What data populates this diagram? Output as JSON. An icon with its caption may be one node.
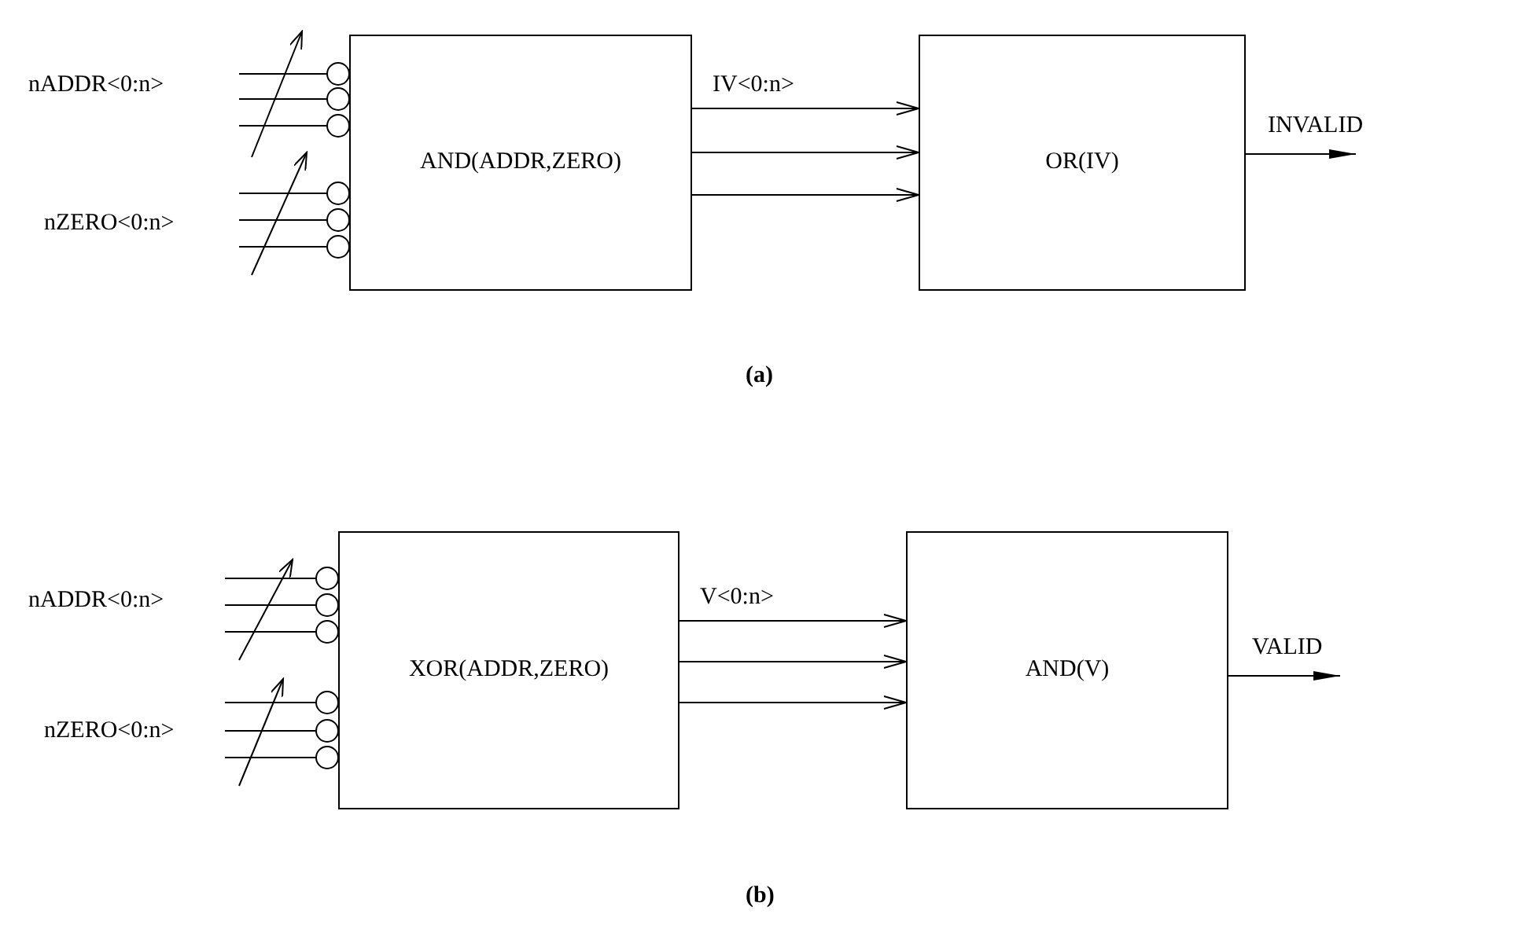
{
  "diagram": {
    "nodes": [
      {
        "text": [
          "AND(ADDR,ZERO)"
        ]
      },
      {
        "text": [
          "OR(IV)"
        ]
      },
      {
        "text": [
          "XOR(ADDR,ZERO)"
        ]
      },
      {
        "text": [
          "AND(V)"
        ]
      }
    ],
    "edges": [
      {
        "from": null,
        "to": 0,
        "arrow": "other"
      },
      {
        "from": null,
        "to": 0,
        "arrow": "other"
      },
      {
        "from": null,
        "to": 0,
        "arrow": "other"
      },
      {
        "from": null,
        "to": 0,
        "arrow": "other"
      },
      {
        "from": null,
        "to": 0,
        "arrow": "other"
      },
      {
        "from": null,
        "to": 0,
        "arrow": "other"
      },
      {
        "from": 0,
        "to": 1,
        "arrow": "to",
        "label": "IV<0:n>"
      },
      {
        "from": 0,
        "to": 1,
        "arrow": "to"
      },
      {
        "from": 0,
        "to": 1,
        "arrow": "to"
      },
      {
        "from": 1,
        "to": null,
        "arrow": "to",
        "label": "INVALID"
      },
      {
        "from": null,
        "to": 2,
        "arrow": "other"
      },
      {
        "from": null,
        "to": 2,
        "arrow": "other"
      },
      {
        "from": null,
        "to": 2,
        "arrow": "other"
      },
      {
        "from": null,
        "to": 2,
        "arrow": "other"
      },
      {
        "from": null,
        "to": 2,
        "arrow": "other"
      },
      {
        "from": null,
        "to": 2,
        "arrow": "other"
      },
      {
        "from": 2,
        "to": 3,
        "arrow": "to",
        "label": "V<0:n>"
      },
      {
        "from": 2,
        "to": 3,
        "arrow": "to"
      },
      {
        "from": 2,
        "to": 3,
        "arrow": "to"
      },
      {
        "from": 3,
        "to": null,
        "arrow": "to",
        "label": "VALID"
      }
    ],
    "labels": [
      "nADDR<0:n>",
      "nZERO<0:n>",
      "(a)",
      "nADDR<0:n>",
      "nZERO<0:n>",
      "(b)"
    ]
  }
}
